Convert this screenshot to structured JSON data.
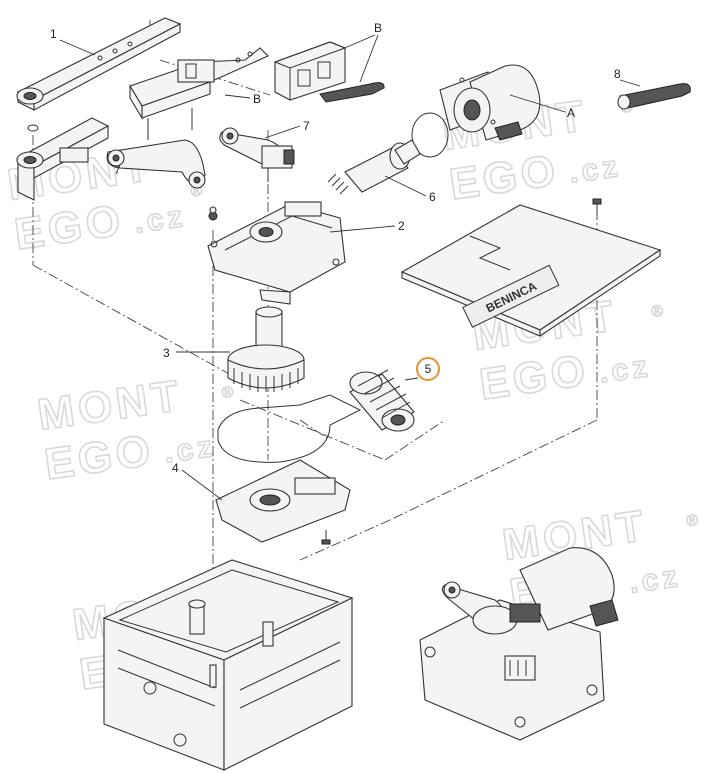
{
  "diagram": {
    "labels": {
      "l1": "1",
      "lB1": "B",
      "lB2": "B",
      "l8": "8",
      "lA": "A",
      "l7a": "7",
      "l7b": "7",
      "l6": "6",
      "l2": "2",
      "l3": "3",
      "l5": "5",
      "l4": "4"
    },
    "brand_plate_text": "BENINCA",
    "watermark": {
      "line1": "MONT",
      "line2": "EGO",
      "suffix": ".cz",
      "reg": "®"
    },
    "highlight_color": "#e8912d",
    "line_color": "#333333"
  }
}
